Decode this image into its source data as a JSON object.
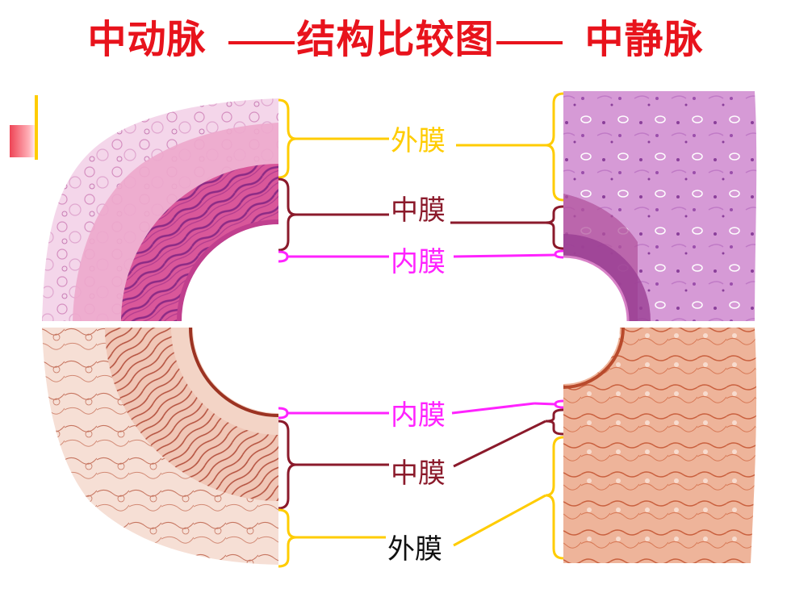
{
  "title": {
    "left": "中动脉",
    "center": "结构比较图",
    "right": "中静脉"
  },
  "labels": {
    "top_adventitia": "外膜",
    "top_media": "中膜",
    "top_intima": "内膜",
    "bottom_intima": "内膜",
    "bottom_media": "中膜",
    "bottom_adventitia": "外膜"
  },
  "colors": {
    "title": "#e8131c",
    "adventitia": "#ffcc00",
    "media": "#8b1a2b",
    "intima": "#ff22ff",
    "bottom_adventitia_text": "#111111"
  },
  "panels": [
    "artery-he-stain",
    "vein-he-stain",
    "artery-elastic-stain",
    "vein-elastic-stain"
  ]
}
